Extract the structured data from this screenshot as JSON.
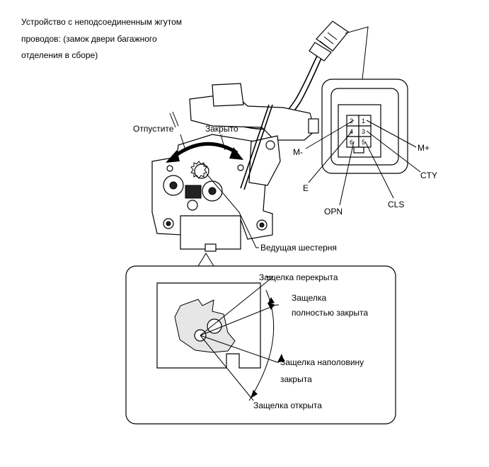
{
  "caption": {
    "line1": "Устройство с неподсоединенным жгутом",
    "line2": "проводов: (замок двери багажного",
    "line3": "отделения в сборе)"
  },
  "motor_labels": {
    "release": "Отпустите",
    "closed": "Закрыто",
    "drive_gear": "Ведущая шестерня"
  },
  "connector": {
    "pins": [
      "1",
      "2",
      "3",
      "4",
      "5",
      "6"
    ],
    "terminals": {
      "m_plus": "M+",
      "m_minus": "M-",
      "e": "E",
      "cty": "CTY",
      "opn": "OPN",
      "cls": "CLS"
    }
  },
  "latch": {
    "overclosed": "Защелка перекрыта",
    "fully_closed_1": "Защелка",
    "fully_closed_2": "полностью закрыта",
    "half_closed_1": "Защелка наполовину",
    "half_closed_2": "закрыта",
    "open": "Защелка открыта"
  }
}
